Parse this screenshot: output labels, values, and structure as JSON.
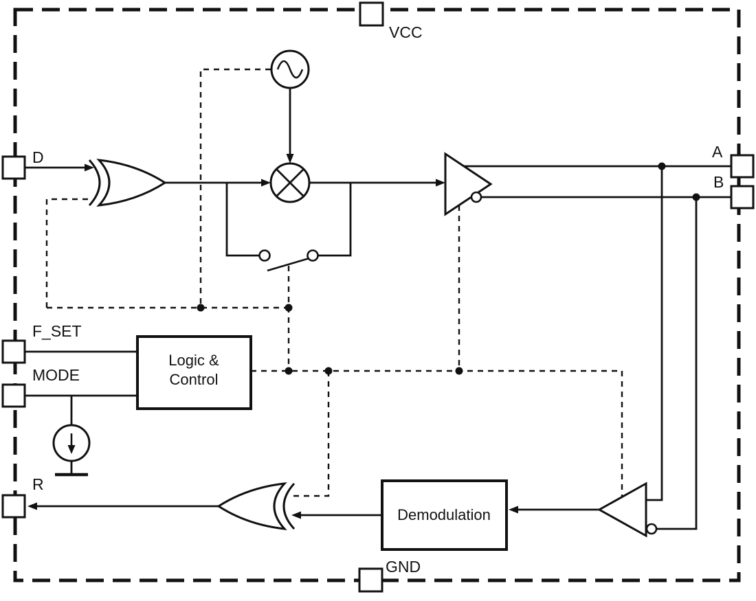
{
  "pins": {
    "vcc": "VCC",
    "gnd": "GND",
    "d": "D",
    "f_set": "F_SET",
    "mode": "MODE",
    "r": "R",
    "a": "A",
    "b": "B"
  },
  "blocks": {
    "logic_control_line1": "Logic &",
    "logic_control_line2": "Control",
    "demodulation": "Demodulation"
  },
  "colors": {
    "line": "#111111",
    "background": "#ffffff"
  }
}
